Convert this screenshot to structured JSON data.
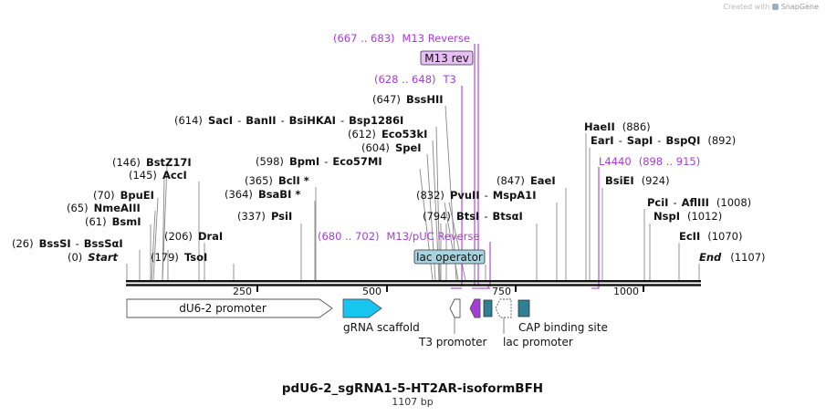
{
  "attribution": {
    "text": "Created with",
    "brand": "SnapGene"
  },
  "plasmid": {
    "name": "pdU6-2_sgRNA1-5-HT2AR-isoformBFH",
    "length": "1107 bp"
  },
  "ticks": [
    "250",
    "500",
    "750",
    "1000"
  ],
  "sites": [
    {
      "pos": "(0)",
      "names": [
        "Start"
      ],
      "italic": true
    },
    {
      "pos": "(26)",
      "names": [
        "BssSI",
        "BssSαI"
      ]
    },
    {
      "pos": "(61)",
      "names": [
        "BsmI"
      ]
    },
    {
      "pos": "(65)",
      "names": [
        "NmeAIII"
      ]
    },
    {
      "pos": "(70)",
      "names": [
        "BpuEI"
      ]
    },
    {
      "pos": "(145)",
      "names": [
        "AccI"
      ]
    },
    {
      "pos": "(146)",
      "names": [
        "BstZ17I"
      ]
    },
    {
      "pos": "(179)",
      "names": [
        "TsoI"
      ]
    },
    {
      "pos": "(206)",
      "names": [
        "DraI"
      ]
    },
    {
      "pos": "(337)",
      "names": [
        "PsiI"
      ]
    },
    {
      "pos": "(364)",
      "names": [
        "BsaBI *"
      ]
    },
    {
      "pos": "(365)",
      "names": [
        "BclI *"
      ]
    },
    {
      "pos": "(598)",
      "names": [
        "BpmI",
        "Eco57MI"
      ]
    },
    {
      "pos": "(604)",
      "names": [
        "SpeI"
      ]
    },
    {
      "pos": "(612)",
      "names": [
        "Eco53kI"
      ]
    },
    {
      "pos": "(614)",
      "names": [
        "SacI",
        "BanII",
        "BsiHKAI",
        "Bsp1286I"
      ]
    },
    {
      "pos": "(647)",
      "names": [
        "BssHII"
      ]
    },
    {
      "pos": "(794)",
      "names": [
        "BtsI",
        "BtsαI"
      ]
    },
    {
      "pos": "(832)",
      "names": [
        "PvuII",
        "MspA1I"
      ]
    },
    {
      "pos": "(847)",
      "names": [
        "EaeI"
      ]
    },
    {
      "pos": "(886)",
      "names": [
        "HaeII"
      ]
    },
    {
      "pos": "(892)",
      "names": [
        "EarI",
        "SapI",
        "BspQI"
      ]
    },
    {
      "pos": "(924)",
      "names": [
        "BsiEI"
      ]
    },
    {
      "pos": "(1008)",
      "names": [
        "PciI",
        "AflIII"
      ]
    },
    {
      "pos": "(1012)",
      "names": [
        "NspI"
      ]
    },
    {
      "pos": "(1070)",
      "names": [
        "EcII"
      ]
    },
    {
      "pos": "(1107)",
      "names": [
        "End"
      ],
      "italic": true
    }
  ],
  "primers": [
    {
      "range": "(667 .. 683)",
      "name": "M13 Reverse"
    },
    {
      "range": "(628 .. 648)",
      "name": "T3"
    },
    {
      "range": "(680 .. 702)",
      "name": "M13/pUC Reverse"
    },
    {
      "name": "L4440",
      "range": "(898 .. 915)"
    }
  ],
  "boxed_labels": {
    "m13rev": "M13 rev",
    "lac_operator": "lac operator"
  },
  "features": [
    {
      "name": "dU6-2 promoter",
      "color": "#ffffff"
    },
    {
      "name": "gRNA scaffold",
      "color": "#18c5f0"
    },
    {
      "name": "T3 promoter",
      "color": "#ffffff"
    },
    {
      "name": "lac promoter",
      "color": "#ffffff"
    },
    {
      "name": "CAP binding site",
      "color": "#2f7f95"
    }
  ],
  "colors": {
    "primer": "#a43cd6",
    "lac_operator_fill": "#a7d4de",
    "m13rev_fill": "#e6bff5",
    "teal": "#2f7f95",
    "scaffold": "#18c5f0"
  }
}
